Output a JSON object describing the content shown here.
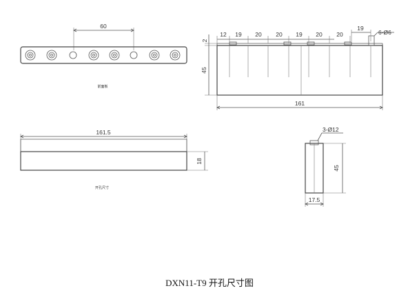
{
  "top_view": {
    "dim_hole_spacing": "60",
    "label": "前面板"
  },
  "front_view": {
    "dims_top": [
      "12",
      "19",
      "20",
      "20",
      "19",
      "20",
      "20"
    ],
    "dim_right_gap": "19",
    "dim_holes": "6-Ø6",
    "dim_flange": "2",
    "dim_height": "45",
    "dim_length": "161"
  },
  "cutout_view": {
    "dim_length": "161.5",
    "dim_height": "18",
    "label": "开孔尺寸"
  },
  "side_view": {
    "dim_holes": "3-Ø12",
    "dim_height": "45",
    "dim_width": "17.5"
  },
  "caption": "DXN11-T9 开孔尺寸图"
}
